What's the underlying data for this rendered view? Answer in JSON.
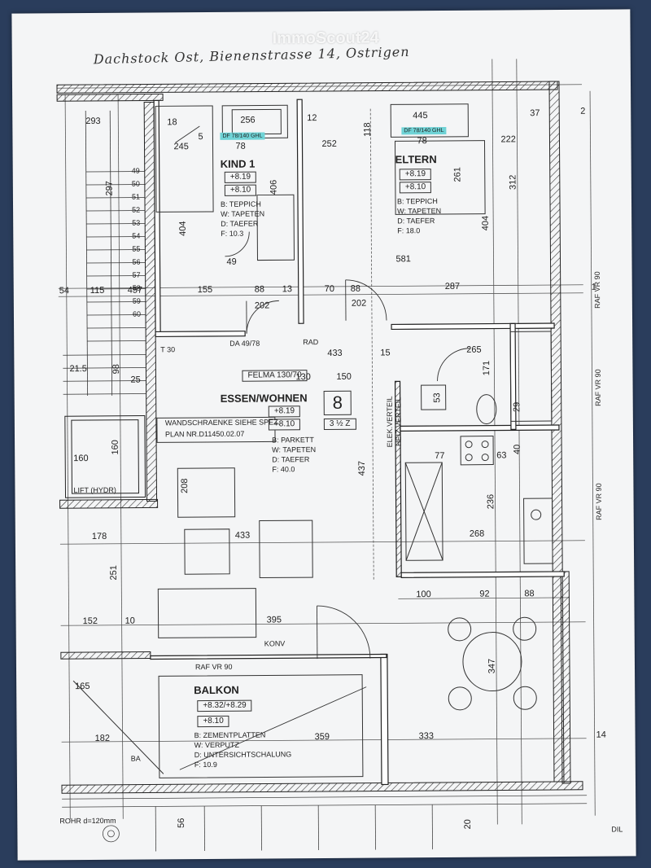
{
  "watermark": {
    "text": "ImmoScout24"
  },
  "handwritten_title": "Dachstock Ost, Bienenstrasse 14, Ostrigen",
  "rooms": {
    "kind1": {
      "name": "KIND 1",
      "level_top": "+8.19",
      "level_bottom": "+8.10",
      "floor": "B: TEPPICH",
      "wall": "W: TAPETEN",
      "ceiling": "D: TAEFER",
      "area": "F: 10.3"
    },
    "eltern": {
      "name": "ELTERN",
      "level_top": "+8.19",
      "level_bottom": "+8.10",
      "floor": "B: TEPPICH",
      "wall": "W: TAPETEN",
      "ceiling": "D: TAEFER",
      "area": "F: 18.0"
    },
    "essen": {
      "name": "ESSEN/WOHNEN",
      "level_top": "+8.19",
      "level_bottom": "+8.10",
      "floor": "B: PARKETT",
      "wall": "W: TAPETEN",
      "ceiling": "D: TAEFER",
      "area": "F: 40.0"
    },
    "balkon": {
      "name": "BALKON",
      "level_top": "+8.32/+8.29",
      "level_bottom": "+8.10",
      "floor": "B: ZEMENTPLATTEN",
      "wall": "W: VERPUTZ",
      "ceiling": "D: UNTERSICHTSCHALUNG",
      "area": "F: 10.9"
    }
  },
  "unit": {
    "number": "8",
    "rooms": "3 ½ Z"
  },
  "skylights": {
    "left": "DF 78/140 GHL",
    "right": "DF 78/140 GHL"
  },
  "notes": {
    "felma": "FELMA 130/70",
    "wand": "WANDSCHRAENKE SIEHE SPEZ.",
    "plan": "PLAN NR.D11450.02.07",
    "lift": "LIFT (HYDR)",
    "da": "DA 49/78",
    "t30": "T 30",
    "rad": "RAD",
    "konv": "KONV",
    "raf1": "RAF VR 90",
    "raf2": "RAF VR 90",
    "raf3": "RAF VR 90",
    "raf4": "RAF VR 90",
    "elek": "ELEK.VERTEIL",
    "heiz": "HEIZ.VERTEIL",
    "rohr": "ROHR d=120mm",
    "ba": "BA",
    "dil": "DIL"
  },
  "dimensions": {
    "d293": "293",
    "d18": "18",
    "d5": "5",
    "d256": "256",
    "d12": "12",
    "d445": "445",
    "d37": "37",
    "d245": "245",
    "d78a": "78",
    "d252": "252",
    "d78b": "78",
    "d222": "222",
    "d118": "118",
    "d297": "297",
    "d406": "406",
    "d261": "261",
    "d312": "312",
    "d404a": "404",
    "d404b": "404",
    "d49": "49",
    "d581": "581",
    "d54": "54",
    "d115": "115",
    "d457": "457",
    "d155": "155",
    "d88a": "88",
    "d13": "13",
    "d70": "70",
    "d88b": "88",
    "d287": "287",
    "d202a": "202",
    "d202b": "202",
    "d433a": "433",
    "d15": "15",
    "d265": "265",
    "d171": "171",
    "d215": "21.5",
    "d98": "98",
    "d150": "150",
    "d130": "130",
    "d25": "25",
    "d53": "53",
    "d160a": "160",
    "d160b": "160",
    "d208": "208",
    "d437": "437",
    "d77": "77",
    "d63": "63",
    "d236": "236",
    "d178": "178",
    "d433b": "433",
    "d268": "268",
    "d251": "251",
    "d100": "100",
    "d92": "92",
    "d88c": "88",
    "d152": "152",
    "d10": "10",
    "d395": "395",
    "d165": "165",
    "d347": "347",
    "d182": "182",
    "d359": "359",
    "d333": "333",
    "d14": "14",
    "d20": "20",
    "d56": "56",
    "d2": "2",
    "d291": "29",
    "d40": "40",
    "d1": "1"
  },
  "steps": [
    "49",
    "50",
    "51",
    "52",
    "53",
    "54",
    "55",
    "56",
    "57",
    "58",
    "59",
    "60"
  ],
  "colors": {
    "background": "#2a3d5c",
    "paper": "#f4f5f6",
    "ink": "#222222",
    "highlight": "#6fd3d6"
  }
}
